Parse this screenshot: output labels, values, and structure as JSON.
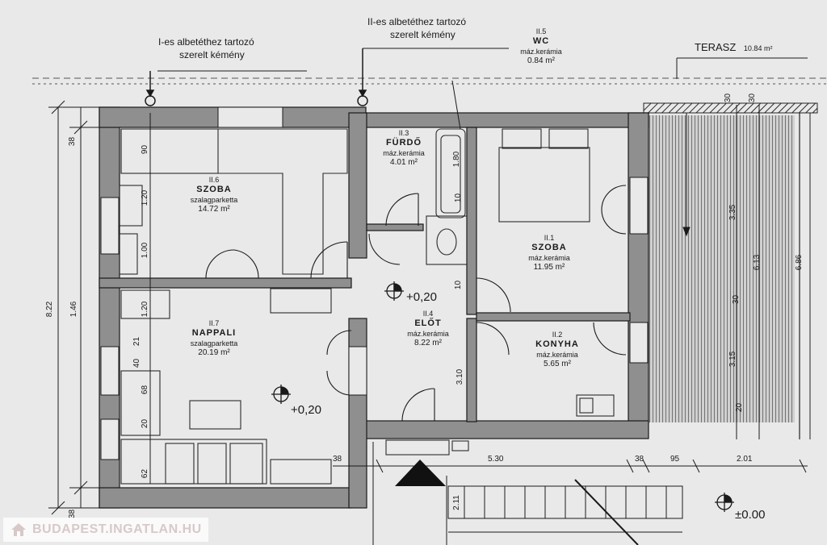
{
  "title": {
    "terrace_label": "TERASZ",
    "terrace_area": "10.84 m²"
  },
  "notes": {
    "chimney1_line1": "I-es albetéthez tartozó",
    "chimney1_line2": "szerelt kémény",
    "chimney2_line1": "II-es albetéthez tartozó",
    "chimney2_line2": "szerelt kémény"
  },
  "rooms": [
    {
      "code": "II.6",
      "name": "SZOBA",
      "material": "szalagparketta",
      "area": "14.72 m²"
    },
    {
      "code": "II.7",
      "name": "NAPPALI",
      "material": "szalagparketta",
      "area": "20.19 m²"
    },
    {
      "code": "II.3",
      "name": "FÜRDŐ",
      "material": "máz.kerámia",
      "area": "4.01 m²"
    },
    {
      "code": "II.5",
      "name": "WC",
      "material": "máz.kerámia",
      "area": "0.84 m²"
    },
    {
      "code": "II.4",
      "name": "ELŐT",
      "material": "máz.kerámia",
      "area": "8.22 m²"
    },
    {
      "code": "II.1",
      "name": "SZOBA",
      "material": "máz.kerámia",
      "area": "11.95 m²"
    },
    {
      "code": "II.2",
      "name": "KONYHA",
      "material": "máz.kerámia",
      "area": "5.65 m²"
    }
  ],
  "levels": {
    "hall": "+0,20",
    "living": "+0,20",
    "ground": "±0.00"
  },
  "dimensions": {
    "left_total": "8.22",
    "left_inner": "1.46",
    "left_top": "38",
    "left_bottom": "38",
    "seg_90": "90",
    "seg_120a": "1.20",
    "seg_100": "1.00",
    "seg_120b": "1.20",
    "seg_21": "21",
    "seg_40": "40",
    "seg_68": "68",
    "seg_20": "20",
    "seg_62": "62",
    "bath_180": "1.80",
    "bath_10": "10",
    "hall_10": "10",
    "hall_310": "3.10",
    "bottom_38a": "38",
    "bottom_530": "5.30",
    "bottom_38b": "38",
    "bottom_95": "95",
    "bottom_201": "2.01",
    "terrace_30a": "30",
    "terrace_30b": "30",
    "terrace_335": "3.35",
    "terrace_315": "3.15",
    "terrace_613": "6.13",
    "terrace_30c": "30",
    "terrace_20": "20",
    "right_686": "6.86",
    "stair_211": "2.11"
  },
  "watermark": "BUDAPEST.INGATLAN.HU",
  "colors": {
    "wall": "#8f8f8f",
    "line": "#1a1a1a",
    "paper": "#e9e9e9",
    "watermark": "#d8c9c9"
  }
}
